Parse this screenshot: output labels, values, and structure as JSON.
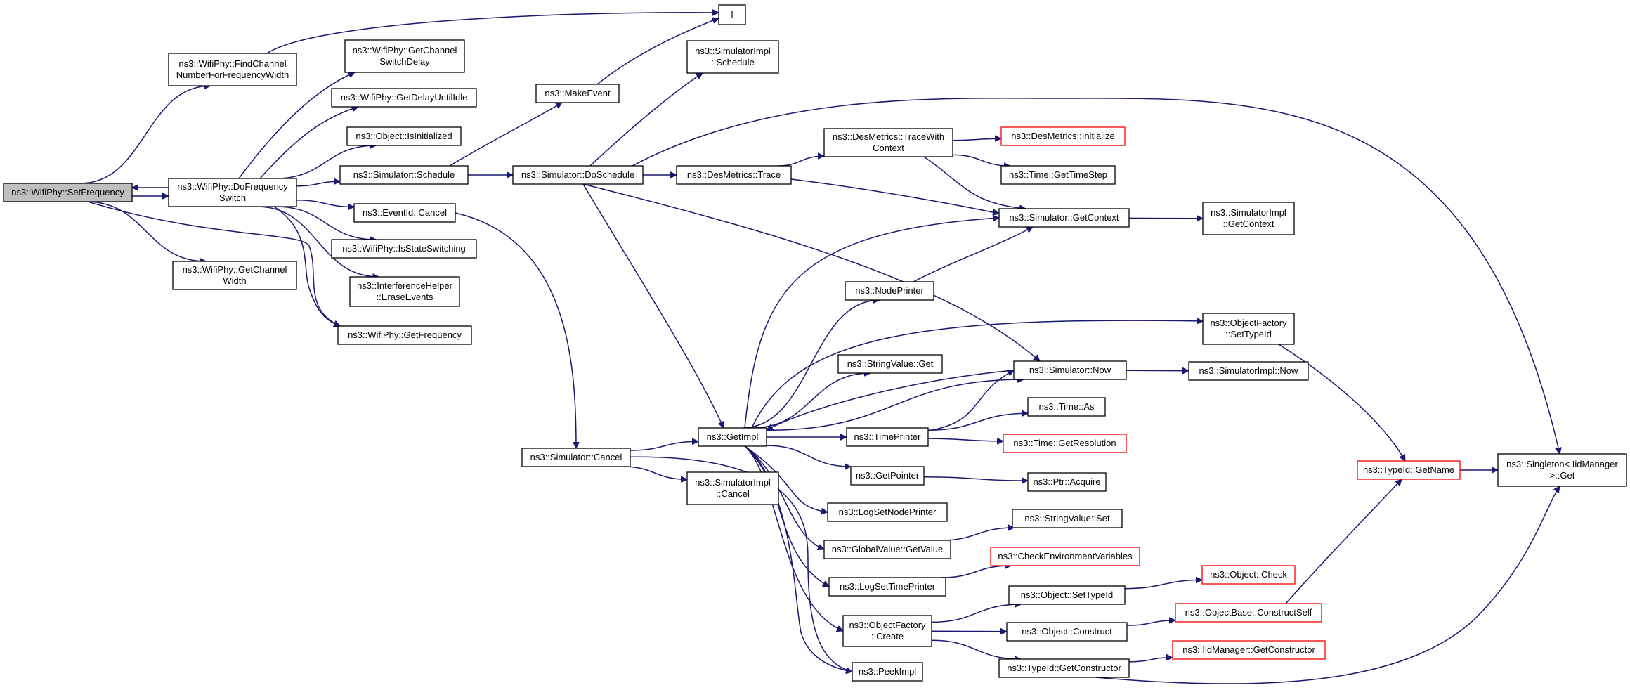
{
  "diagram": {
    "nodes": [
      {
        "id": "setfreq",
        "lines": [
          "ns3::WifiPhy::SetFrequency"
        ],
        "style": "gray"
      },
      {
        "id": "findchan",
        "lines": [
          "ns3::WifiPhy::FindChannel",
          "NumberForFrequencyWidth"
        ],
        "style": "normal"
      },
      {
        "id": "dofreq",
        "lines": [
          "ns3::WifiPhy::DoFrequency",
          "Switch"
        ],
        "style": "normal"
      },
      {
        "id": "getchanwidth",
        "lines": [
          "ns3::WifiPhy::GetChannel",
          "Width"
        ],
        "style": "normal"
      },
      {
        "id": "f",
        "lines": [
          "f"
        ],
        "style": "normal"
      },
      {
        "id": "getchanswitch",
        "lines": [
          "ns3::WifiPhy::GetChannel",
          "SwitchDelay"
        ],
        "style": "normal"
      },
      {
        "id": "getdelay",
        "lines": [
          "ns3::WifiPhy::GetDelayUntilIdle"
        ],
        "style": "normal"
      },
      {
        "id": "isinit",
        "lines": [
          "ns3::Object::IsInitialized"
        ],
        "style": "normal"
      },
      {
        "id": "simschedule",
        "lines": [
          "ns3::Simulator::Schedule"
        ],
        "style": "normal"
      },
      {
        "id": "eventcancel",
        "lines": [
          "ns3::EventId::Cancel"
        ],
        "style": "normal"
      },
      {
        "id": "isstate",
        "lines": [
          "ns3::WifiPhy::IsStateSwitching"
        ],
        "style": "normal"
      },
      {
        "id": "erase",
        "lines": [
          "ns3::InterferenceHelper",
          "::EraseEvents"
        ],
        "style": "normal"
      },
      {
        "id": "getfreq",
        "lines": [
          "ns3::WifiPhy::GetFrequency"
        ],
        "style": "normal"
      },
      {
        "id": "makeevent",
        "lines": [
          "ns3::MakeEvent"
        ],
        "style": "normal"
      },
      {
        "id": "simimplschedule",
        "lines": [
          "ns3::SimulatorImpl",
          "::Schedule"
        ],
        "style": "normal"
      },
      {
        "id": "doschedule",
        "lines": [
          "ns3::Simulator::DoSchedule"
        ],
        "style": "normal"
      },
      {
        "id": "destrace",
        "lines": [
          "ns3::DesMetrics::Trace"
        ],
        "style": "normal"
      },
      {
        "id": "destracewith",
        "lines": [
          "ns3::DesMetrics::TraceWith",
          "Context"
        ],
        "style": "normal"
      },
      {
        "id": "desinit",
        "lines": [
          "ns3::DesMetrics::Initialize"
        ],
        "style": "red"
      },
      {
        "id": "gettimestep",
        "lines": [
          "ns3::Time::GetTimeStep"
        ],
        "style": "normal"
      },
      {
        "id": "getcontext",
        "lines": [
          "ns3::Simulator::GetContext"
        ],
        "style": "normal"
      },
      {
        "id": "simimplgetcontext",
        "lines": [
          "ns3::SimulatorImpl",
          "::GetContext"
        ],
        "style": "normal"
      },
      {
        "id": "nodeprinter",
        "lines": [
          "ns3::NodePrinter"
        ],
        "style": "normal"
      },
      {
        "id": "settypeid",
        "lines": [
          "ns3::ObjectFactory",
          "::SetTypeId"
        ],
        "style": "normal"
      },
      {
        "id": "stringget",
        "lines": [
          "ns3::StringValue::Get"
        ],
        "style": "normal"
      },
      {
        "id": "simnow",
        "lines": [
          "ns3::Simulator::Now"
        ],
        "style": "normal"
      },
      {
        "id": "simimplnow",
        "lines": [
          "ns3::SimulatorImpl::Now"
        ],
        "style": "normal"
      },
      {
        "id": "timeas",
        "lines": [
          "ns3::Time::As"
        ],
        "style": "normal"
      },
      {
        "id": "getimpl",
        "lines": [
          "ns3::GetImpl"
        ],
        "style": "normal"
      },
      {
        "id": "timeprinter",
        "lines": [
          "ns3::TimePrinter"
        ],
        "style": "normal"
      },
      {
        "id": "getres",
        "lines": [
          "ns3::Time::GetResolution"
        ],
        "style": "red"
      },
      {
        "id": "simcancel",
        "lines": [
          "ns3::Simulator::Cancel"
        ],
        "style": "normal"
      },
      {
        "id": "getpointer",
        "lines": [
          "ns3::GetPointer"
        ],
        "style": "normal"
      },
      {
        "id": "ptracquire",
        "lines": [
          "ns3::Ptr::Acquire"
        ],
        "style": "normal"
      },
      {
        "id": "typeidgetname",
        "lines": [
          "ns3::TypeId::GetName"
        ],
        "style": "red"
      },
      {
        "id": "singletonget",
        "lines": [
          "ns3::Singleton< IidManager",
          ">::Get"
        ],
        "style": "normal"
      },
      {
        "id": "logsetnode",
        "lines": [
          "ns3::LogSetNodePrinter"
        ],
        "style": "normal"
      },
      {
        "id": "simimplcancel",
        "lines": [
          "ns3::SimulatorImpl",
          "::Cancel"
        ],
        "style": "normal"
      },
      {
        "id": "stringset",
        "lines": [
          "ns3::StringValue::Set"
        ],
        "style": "normal"
      },
      {
        "id": "globalget",
        "lines": [
          "ns3::GlobalValue::GetValue"
        ],
        "style": "normal"
      },
      {
        "id": "checkenv",
        "lines": [
          "ns3::CheckEnvironmentVariables"
        ],
        "style": "red"
      },
      {
        "id": "logsettime",
        "lines": [
          "ns3::LogSetTimePrinter"
        ],
        "style": "normal"
      },
      {
        "id": "objcheck",
        "lines": [
          "ns3::Object::Check"
        ],
        "style": "red"
      },
      {
        "id": "objsettypeid",
        "lines": [
          "ns3::Object::SetTypeId"
        ],
        "style": "normal"
      },
      {
        "id": "constructself",
        "lines": [
          "ns3::ObjectBase::ConstructSelf"
        ],
        "style": "red"
      },
      {
        "id": "objfactcreate",
        "lines": [
          "ns3::ObjectFactory",
          "::Create"
        ],
        "style": "normal"
      },
      {
        "id": "objconstruct",
        "lines": [
          "ns3::Object::Construct"
        ],
        "style": "normal"
      },
      {
        "id": "iidgetcons",
        "lines": [
          "ns3::IidManager::GetConstructor"
        ],
        "style": "red"
      },
      {
        "id": "typeidgetcons",
        "lines": [
          "ns3::TypeId::GetConstructor"
        ],
        "style": "normal"
      },
      {
        "id": "peekimpl",
        "lines": [
          "ns3::PeekImpl"
        ],
        "style": "normal"
      }
    ],
    "edges": [
      [
        "setfreq",
        "findchan"
      ],
      [
        "setfreq",
        "dofreq"
      ],
      [
        "setfreq",
        "getchanwidth"
      ],
      [
        "setfreq",
        "getfreq"
      ],
      [
        "findchan",
        "f"
      ],
      [
        "dofreq",
        "setfreq"
      ],
      [
        "dofreq",
        "getchanswitch"
      ],
      [
        "dofreq",
        "getdelay"
      ],
      [
        "dofreq",
        "isinit"
      ],
      [
        "dofreq",
        "simschedule"
      ],
      [
        "dofreq",
        "eventcancel"
      ],
      [
        "dofreq",
        "isstate"
      ],
      [
        "dofreq",
        "erase"
      ],
      [
        "dofreq",
        "getfreq"
      ],
      [
        "simschedule",
        "makeevent"
      ],
      [
        "simschedule",
        "doschedule"
      ],
      [
        "makeevent",
        "f"
      ],
      [
        "doschedule",
        "simimplschedule"
      ],
      [
        "doschedule",
        "destrace"
      ],
      [
        "doschedule",
        "singletonget"
      ],
      [
        "doschedule",
        "simnow"
      ],
      [
        "doschedule",
        "getimpl"
      ],
      [
        "destrace",
        "destracewith"
      ],
      [
        "destrace",
        "getcontext"
      ],
      [
        "destracewith",
        "desinit"
      ],
      [
        "destracewith",
        "gettimestep"
      ],
      [
        "destracewith",
        "getcontext"
      ],
      [
        "getcontext",
        "simimplgetcontext"
      ],
      [
        "eventcancel",
        "simcancel"
      ],
      [
        "simcancel",
        "getimpl"
      ],
      [
        "simcancel",
        "simimplcancel"
      ],
      [
        "simcancel",
        "peekimpl"
      ],
      [
        "getimpl",
        "getcontext"
      ],
      [
        "getimpl",
        "nodeprinter"
      ],
      [
        "getimpl",
        "settypeid"
      ],
      [
        "getimpl",
        "stringget"
      ],
      [
        "getimpl",
        "simnow"
      ],
      [
        "getimpl",
        "timeprinter"
      ],
      [
        "getimpl",
        "getpointer"
      ],
      [
        "getimpl",
        "logsetnode"
      ],
      [
        "getimpl",
        "globalget"
      ],
      [
        "getimpl",
        "logsettime"
      ],
      [
        "getimpl",
        "objfactcreate"
      ],
      [
        "getimpl",
        "peekimpl"
      ],
      [
        "nodeprinter",
        "getcontext"
      ],
      [
        "settypeid",
        "typeidgetname"
      ],
      [
        "simnow",
        "getimpl"
      ],
      [
        "simnow",
        "simimplnow"
      ],
      [
        "timeprinter",
        "simnow"
      ],
      [
        "timeprinter",
        "timeas"
      ],
      [
        "timeprinter",
        "getres"
      ],
      [
        "getpointer",
        "ptracquire"
      ],
      [
        "globalget",
        "stringset"
      ],
      [
        "logsettime",
        "checkenv"
      ],
      [
        "objfactcreate",
        "objsettypeid"
      ],
      [
        "objfactcreate",
        "objconstruct"
      ],
      [
        "objfactcreate",
        "typeidgetcons"
      ],
      [
        "objsettypeid",
        "objcheck"
      ],
      [
        "objconstruct",
        "constructself"
      ],
      [
        "constructself",
        "typeidgetname"
      ],
      [
        "typeidgetcons",
        "iidgetcons"
      ],
      [
        "typeidgetcons",
        "singletonget"
      ],
      [
        "typeidgetname",
        "singletonget"
      ]
    ]
  }
}
